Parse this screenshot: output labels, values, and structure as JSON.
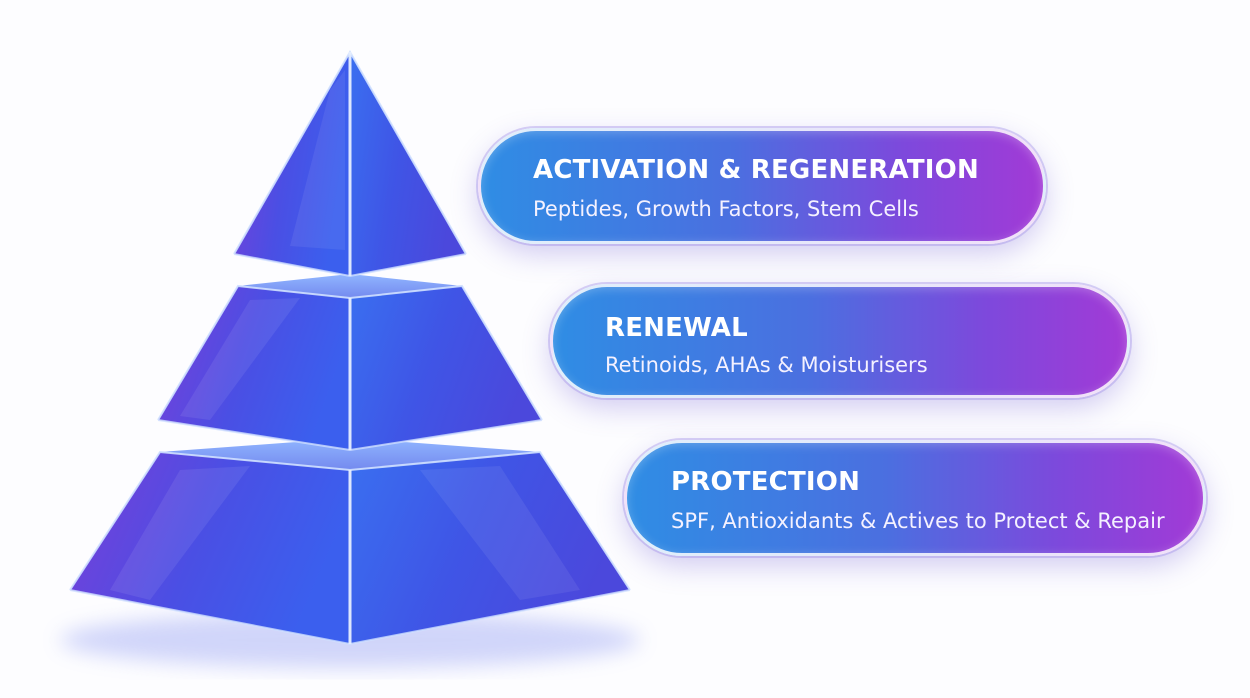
{
  "tiers": [
    {
      "title": "ACTIVATION & REGENERATION",
      "description": "Peptides, Growth Factors, Stem Cells"
    },
    {
      "title": "RENEWAL",
      "description": "Retinoids, AHAs & Moisturisers"
    },
    {
      "title": "PROTECTION",
      "description": "SPF, Antioxidants & Actives to Protect & Repair"
    }
  ],
  "colors": {
    "pill_start": "#2f8de4",
    "pill_end": "#a23ad6",
    "pyramid_blue": "#3a56e6",
    "pyramid_purple": "#7b3fd8"
  }
}
